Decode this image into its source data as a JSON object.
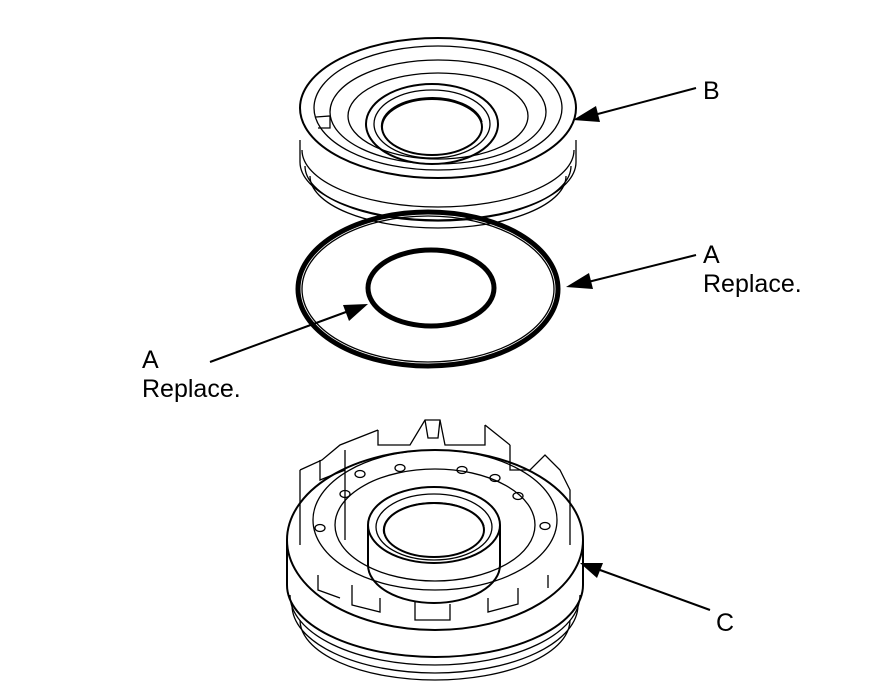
{
  "labels": {
    "piston": "B",
    "seal_outer_letter": "A",
    "seal_outer_note": "Replace.",
    "seal_inner_letter": "A",
    "seal_inner_note": "Replace.",
    "housing": "C"
  },
  "colors": {
    "line": "#000000",
    "background": "#ffffff"
  }
}
